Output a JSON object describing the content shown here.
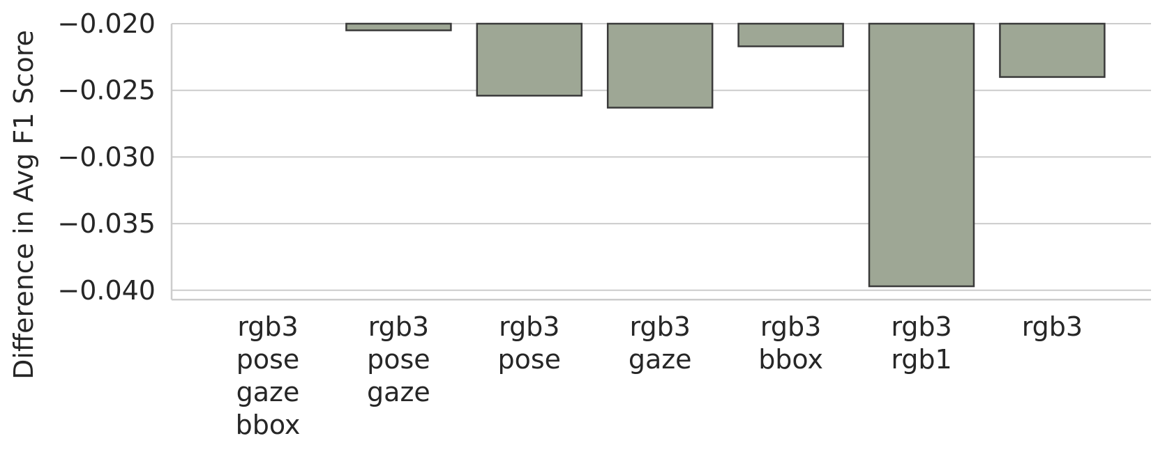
{
  "chart_data": {
    "type": "bar",
    "categories": [
      [
        "rgb3",
        "pose",
        "gaze",
        "bbox"
      ],
      [
        "rgb3",
        "pose",
        "gaze"
      ],
      [
        "rgb3",
        "pose"
      ],
      [
        "rgb3",
        "gaze"
      ],
      [
        "rgb3",
        "bbox"
      ],
      [
        "rgb3",
        "rgb1"
      ],
      [
        "rgb3"
      ]
    ],
    "values": [
      -0.02,
      -0.0205,
      -0.0254,
      -0.0263,
      -0.0217,
      -0.0397,
      -0.024
    ],
    "ylabel": "Difference in Avg F1 Score",
    "xlabel": "",
    "title": "",
    "ylim": [
      -0.0407,
      -0.02
    ],
    "yticks": [
      -0.02,
      -0.025,
      -0.03,
      -0.035,
      -0.04
    ],
    "ytick_labels": [
      "−0.020",
      "−0.025",
      "−0.030",
      "−0.035",
      "−0.040"
    ],
    "grid": "horizontal",
    "bar_color": "#9ea795",
    "edge_color": "#3a3a3a"
  }
}
